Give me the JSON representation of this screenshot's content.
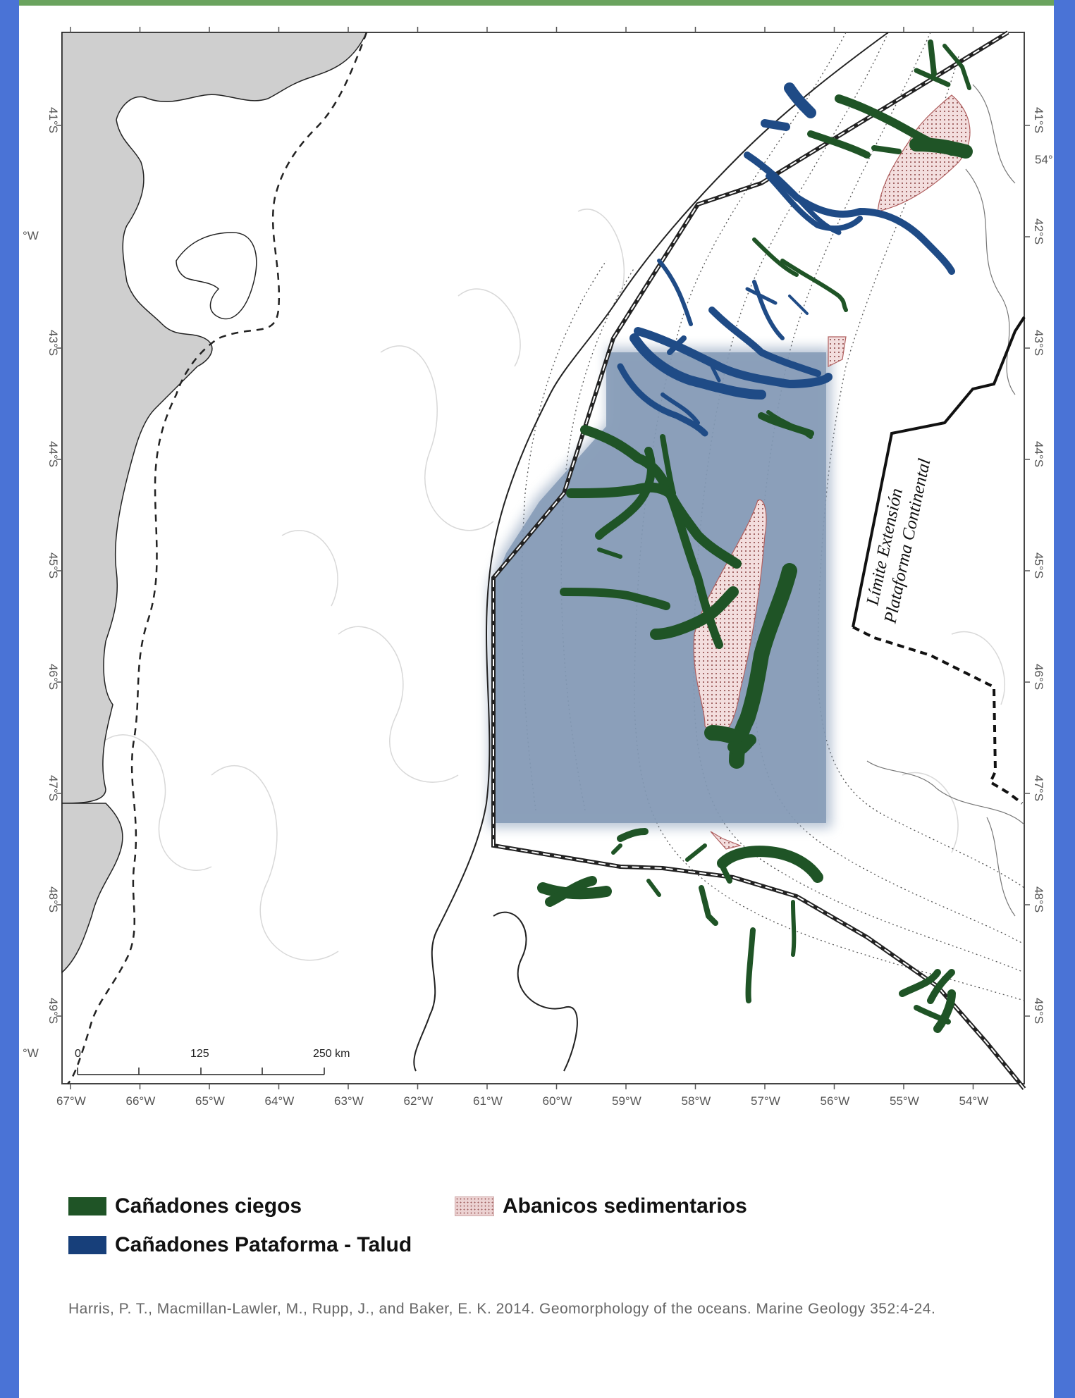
{
  "map": {
    "colors": {
      "blind_canyon": "#1f5426",
      "shelf_slope_canyon": "#1f4b86",
      "fan_fill": "#e9b8b8",
      "land": "#cfcfcf",
      "highlight_box": "#7f95b3"
    },
    "lon_labels": [
      "67°W",
      "66°W",
      "65°W",
      "64°W",
      "63°W",
      "62°W",
      "61°W",
      "60°W",
      "59°W",
      "58°W",
      "57°W",
      "56°W",
      "55°W",
      "54°W"
    ],
    "lat_labels": [
      "41°S",
      "42°S",
      "43°S",
      "44°S",
      "45°S",
      "46°S",
      "47°S",
      "48°S",
      "49°S"
    ],
    "left_lat_labels": [
      "41°S",
      "43°S",
      "44°S",
      "45°S",
      "46°S",
      "47°S",
      "48°S",
      "49°S"
    ],
    "left_edge_labels": [
      "°W",
      "°W"
    ],
    "right_extra_label": "54°",
    "scale_bar": {
      "labels": [
        "0",
        "125",
        "250 km"
      ]
    },
    "boundary_label": {
      "line1": "Límite Extensión",
      "line2": "Plataforma Continental"
    }
  },
  "legend": {
    "items": [
      {
        "label": "Cañadones ciegos",
        "color": "#1f5426"
      },
      {
        "label": "Cañadones Pataforma - Talud",
        "color": "#173f7a"
      },
      {
        "label": "Abanicos sedimentarios",
        "color": "#e8c4c4"
      }
    ]
  },
  "citation": "Harris, P. T., Macmillan-Lawler, M., Rupp, J., and Baker, E. K. 2014. Geomorphology of the oceans. Marine Geology 352:4-24."
}
